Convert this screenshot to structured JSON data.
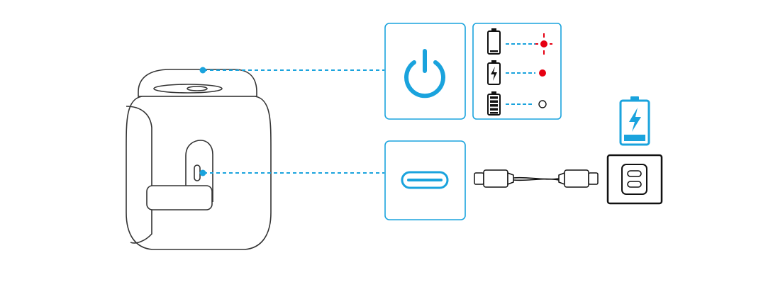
{
  "colors": {
    "accent": "#1aa3dd",
    "outline": "#111111",
    "speaker_outline": "#333333",
    "red": "#e60012",
    "background": "#ffffff"
  },
  "icons": {
    "speaker": "portable-speaker-icon",
    "power": "power-icon",
    "usb_c_port": "usb-c-port-icon",
    "cable": "usb-c-cable-icon",
    "charger": "wall-charger-icon",
    "battery_charging": "battery-charging-icon"
  },
  "battery_states": [
    {
      "battery": "low",
      "led": "red-flashing"
    },
    {
      "battery": "charging",
      "led": "red-solid"
    },
    {
      "battery": "full",
      "led": "off"
    }
  ]
}
